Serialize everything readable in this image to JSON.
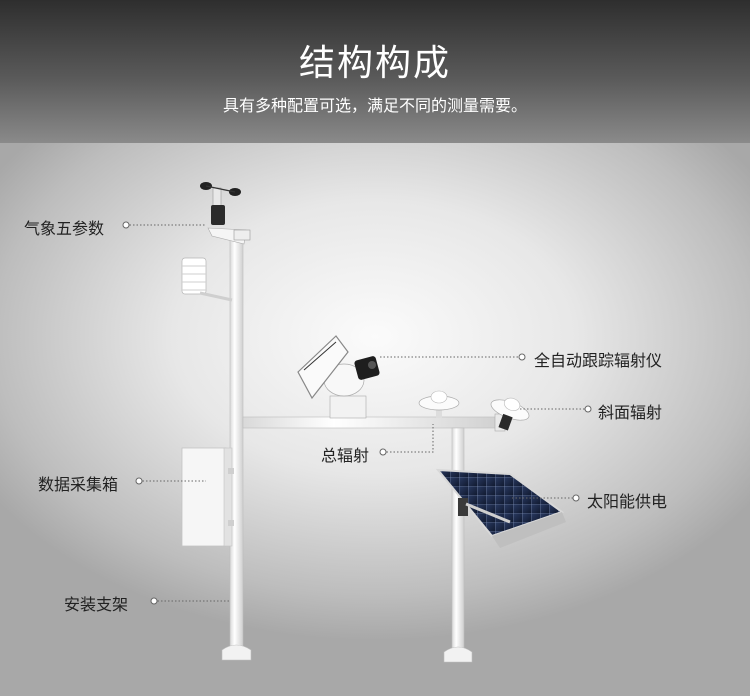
{
  "header": {
    "title": "结构构成",
    "subtitle": "具有多种配置可选，满足不同的测量需要。"
  },
  "labels": {
    "five_params": "气象五参数",
    "auto_tracker": "全自动跟踪辐射仪",
    "slope_radiation": "斜面辐射",
    "total_radiation": "总辐射",
    "data_box": "数据采集箱",
    "solar_power": "太阳能供电",
    "mount_bracket": "安装支架"
  },
  "colors": {
    "header_dark": "#2e2e2e",
    "pole_white": "#f7f7f7",
    "panel_blue": "#1b2a4a",
    "leader_line": "#666666"
  }
}
